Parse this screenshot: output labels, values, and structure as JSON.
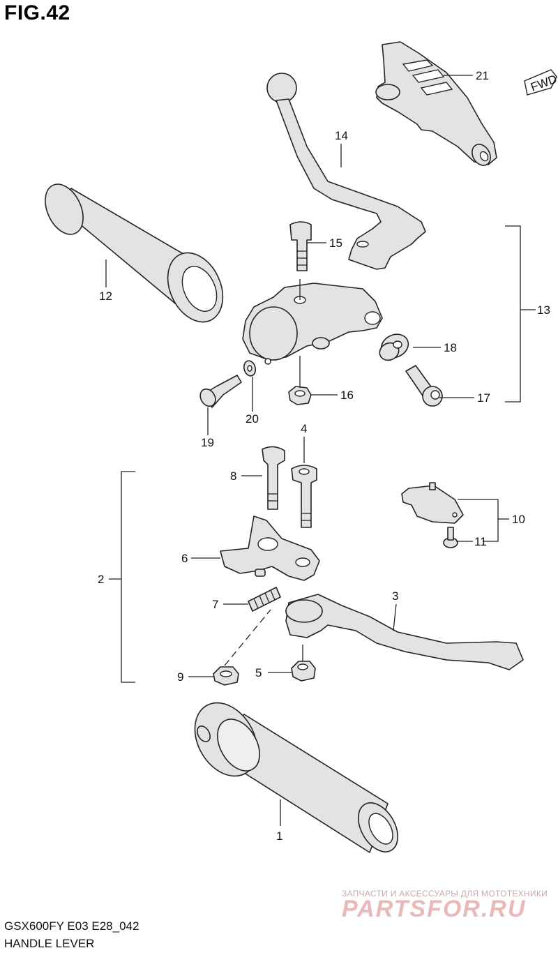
{
  "figure": {
    "title": "FIG.42"
  },
  "footer": {
    "model": "GSX600FY E03 E28_042",
    "section": "HANDLE LEVER"
  },
  "watermark": {
    "tagline": "ЗАПЧАСТИ И АКСЕССУАРЫ ДЛЯ МОТОТЕХНИКИ",
    "brand": "PARTSFOR.RU"
  },
  "direction_marker": {
    "label": "FWD"
  },
  "callouts": {
    "c1": "1",
    "c2": "2",
    "c3": "3",
    "c4": "4",
    "c5": "5",
    "c6": "6",
    "c7": "7",
    "c8": "8",
    "c9": "9",
    "c10": "10",
    "c11": "11",
    "c12": "12",
    "c13": "13",
    "c14": "14",
    "c15": "15",
    "c16": "16",
    "c17": "17",
    "c18": "18",
    "c19": "19",
    "c20": "20",
    "c21": "21"
  }
}
